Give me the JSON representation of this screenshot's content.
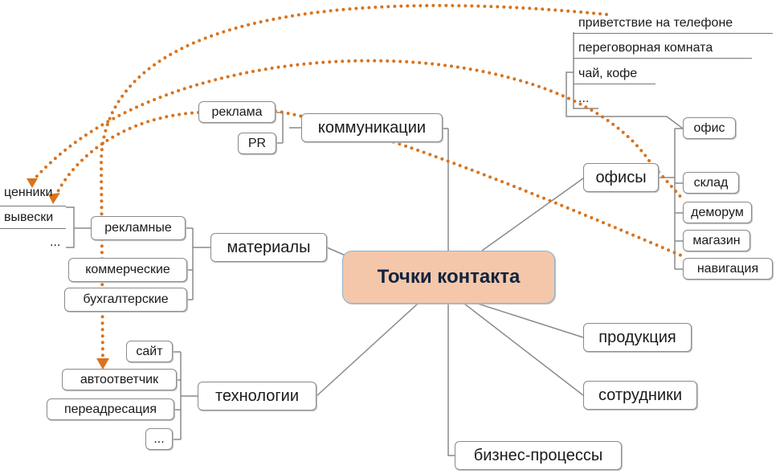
{
  "center": "Точки контакта",
  "colors": {
    "center_fill": "#f5c7aa",
    "link_dotted": "#d9731e",
    "connector": "#8a8a8a"
  },
  "branches": {
    "communications": {
      "label": "коммуникации",
      "children": [
        "реклама",
        "PR"
      ]
    },
    "materials": {
      "label": "материалы",
      "children": [
        "рекламные",
        "коммерческие",
        "бухгалтерские"
      ],
      "sub": [
        "ценники",
        "вывески",
        "..."
      ]
    },
    "technologies": {
      "label": "технологии",
      "children": [
        "сайт",
        "автоответчик",
        "переадресация",
        "..."
      ]
    },
    "offices": {
      "label": "офисы",
      "children": [
        "офис",
        "склад",
        "деморум",
        "магазин",
        "навигация"
      ],
      "sub": [
        "приветствие на телефоне",
        "переговорная комната",
        "чай, кофе",
        "..."
      ]
    },
    "products": {
      "label": "продукция"
    },
    "staff": {
      "label": "сотрудники"
    },
    "processes": {
      "label": "бизнес-процессы"
    }
  }
}
